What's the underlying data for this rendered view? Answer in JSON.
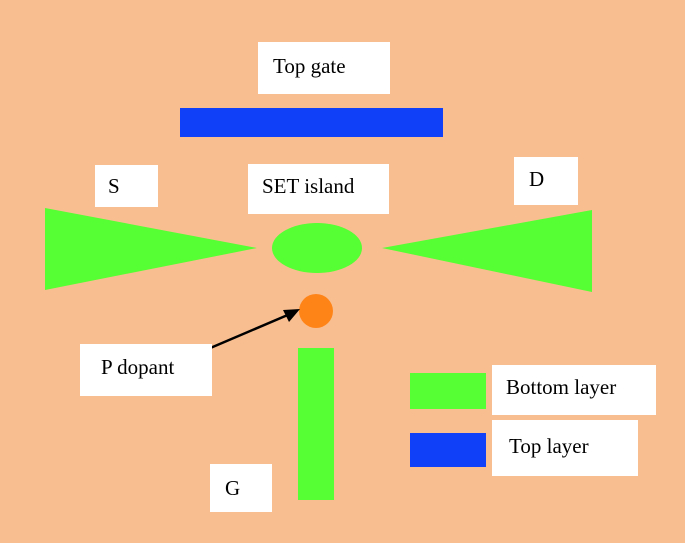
{
  "labels": {
    "top_gate": "Top gate",
    "source": "S",
    "set_island": "SET island",
    "drain": "D",
    "p_dopant": "P dopant",
    "gate": "G"
  },
  "legend": {
    "bottom_layer": "Bottom layer",
    "top_layer": "Top layer"
  },
  "colors": {
    "background": "#F9BE8F",
    "bottom_layer": "#55FF33",
    "top_layer": "#1040F8",
    "dopant": "#FF8418",
    "label_box": "#FFFFFF",
    "arrow": "#000000"
  }
}
